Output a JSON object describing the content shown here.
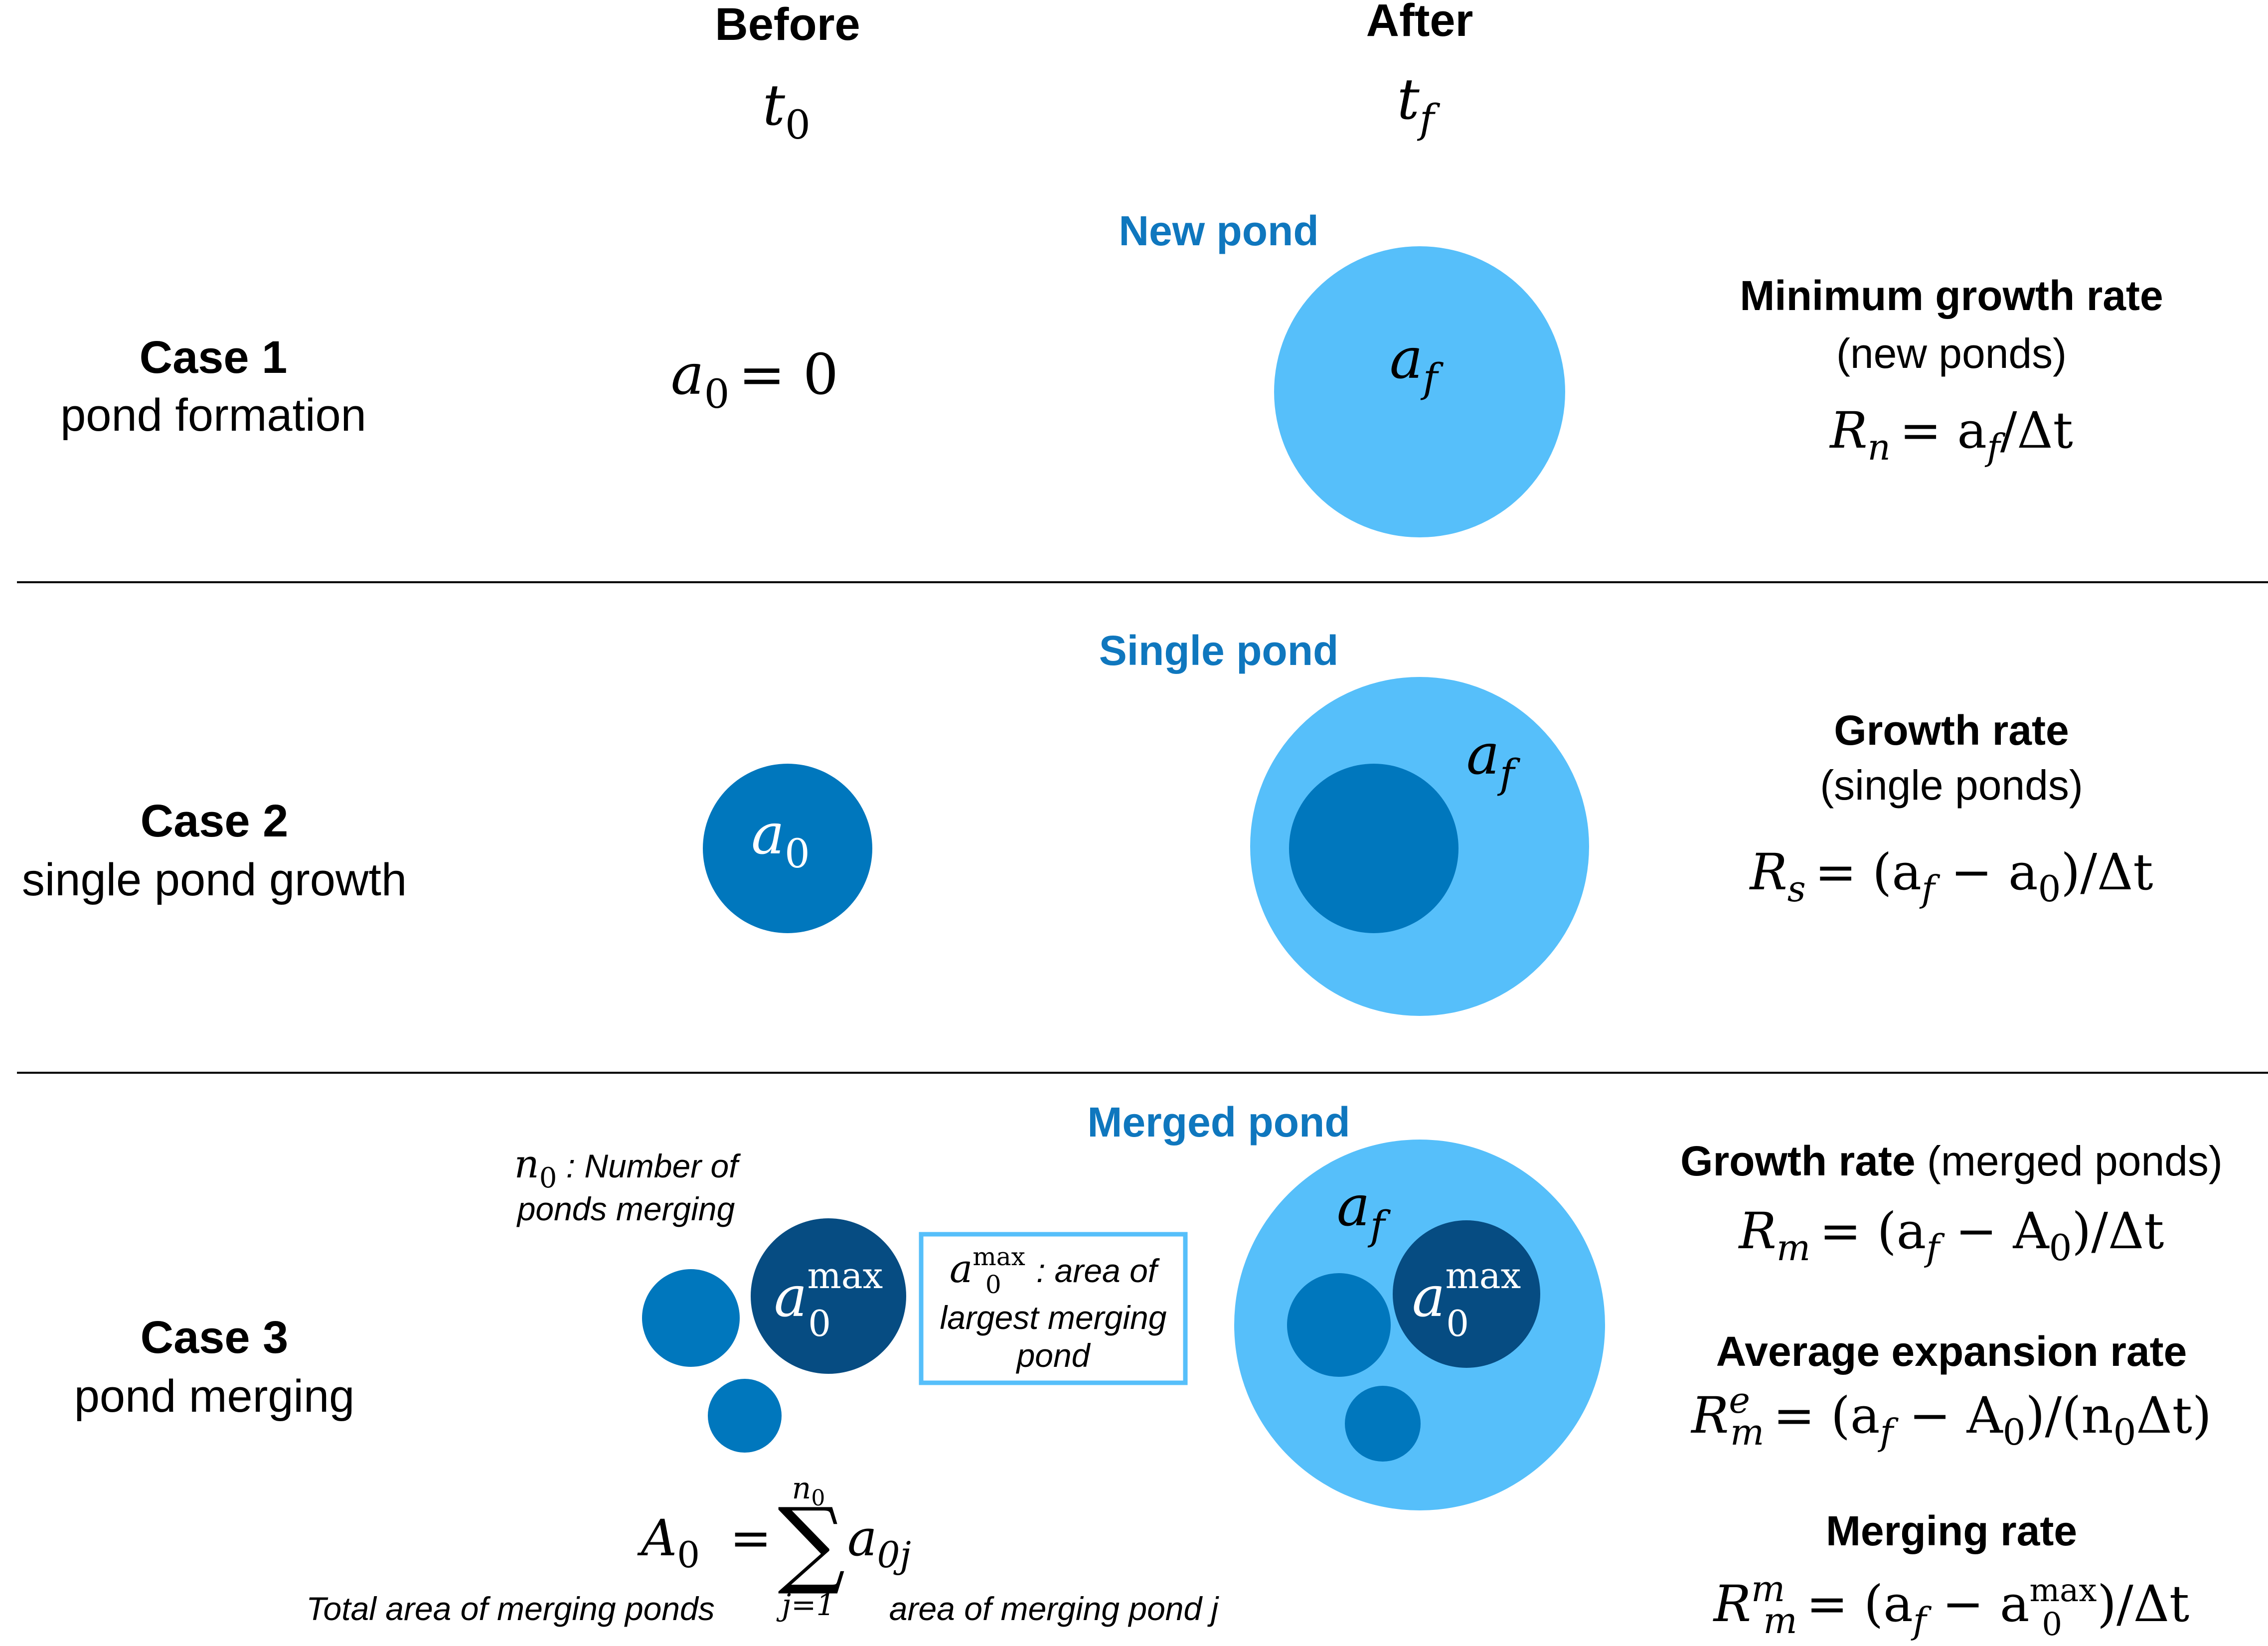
{
  "columns": {
    "before": {
      "title": "Before",
      "time": "t",
      "time_sub": "0"
    },
    "after": {
      "title": "After",
      "time": "t",
      "time_sub": "f"
    }
  },
  "case1": {
    "title": "Case 1",
    "subtitle": "pond formation",
    "pond_label": "New pond",
    "before_eq": {
      "var": "a",
      "sub": "0",
      "rhs": "= 0"
    },
    "after_label": {
      "var": "a",
      "sub": "f"
    },
    "rate_title": "Minimum growth rate",
    "rate_subtitle": "(new ponds)",
    "formula": "R",
    "formula_sub": "n",
    "formula_rhs_1": "= a",
    "formula_rhs_sub": "f",
    "formula_rhs_2": "/Δt"
  },
  "case2": {
    "title": "Case 2",
    "subtitle": "single pond growth",
    "pond_label": "Single pond",
    "before_label": {
      "var": "a",
      "sub": "0"
    },
    "after_label": {
      "var": "a",
      "sub": "f"
    },
    "rate_title": "Growth rate",
    "rate_subtitle": "(single ponds)",
    "formula": "R",
    "formula_sub": "s",
    "formula_rhs_1": "= (a",
    "formula_rhs_sub1": "f",
    "formula_rhs_2": " − a",
    "formula_rhs_sub2": "0",
    "formula_rhs_3": ")/Δt"
  },
  "case3": {
    "title": "Case 3",
    "subtitle": "pond merging",
    "pond_label": "Merged pond",
    "n0_note_var": "n",
    "n0_note_sub": "0",
    "n0_note_line1": " : Number of",
    "n0_note_line2": "ponds merging",
    "amax_label": {
      "var": "a",
      "sub": "0",
      "sup": "max"
    },
    "box_var": "a",
    "box_sub": "0",
    "box_sup": "max",
    "box_line1": " : area of",
    "box_line2": "largest merging",
    "box_line3": "pond",
    "after_label": {
      "var": "a",
      "sub": "f"
    },
    "sum_lhs": "A",
    "sum_lhs_sub": "0",
    "sum_eq": "=",
    "sum_symbol": "∑",
    "sum_upper": "n",
    "sum_upper_sub": "0",
    "sum_lower": "j=1",
    "sum_term": "a",
    "sum_term_sub": "0j",
    "total_note": "Total area of merging ponds",
    "pond_j_note": "area of merging pond j",
    "rate1_title_bold": "Growth rate",
    "rate1_title_rest": " (merged ponds)",
    "rate1_formula": {
      "R": "R",
      "sub": "m",
      "rhs1": "= (a",
      "rhs_sub1": "f",
      "rhs2": " − A",
      "rhs_sub2": "0",
      "rhs3": ")/Δt"
    },
    "rate2_title": "Average expansion rate",
    "rate2_formula": {
      "R": "R",
      "sub": "m",
      "sup": "e",
      "rhs1": "= (a",
      "rhs_sub1": "f",
      "rhs2": " − A",
      "rhs_sub2": "0",
      "rhs3": ")/(n",
      "rhs_sub3": "0",
      "rhs4": "Δt)"
    },
    "rate3_title": "Merging rate",
    "rate3_formula": {
      "R": "R",
      "sub": "m",
      "sup": "m",
      "rhs1": "= (a",
      "rhs_sub1": "f",
      "rhs2": " − a",
      "rhs_sub2": "0",
      "rhs_sup2": "max",
      "rhs3": ")/Δt"
    }
  },
  "colors": {
    "light_pond": "#56BFFA",
    "medium_pond": "#0077BD",
    "dark_pond": "#064C82",
    "label_blue": "#0F77BE",
    "box_border": "#56BFFA",
    "text": "#000000",
    "divider": "#000000"
  }
}
